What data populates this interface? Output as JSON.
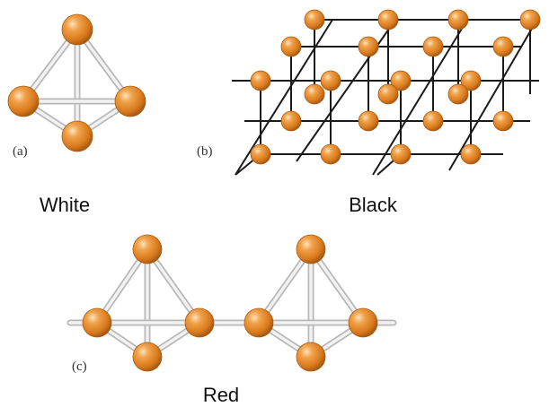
{
  "panels": [
    {
      "id": "a",
      "label": "(a)",
      "caption": "White"
    },
    {
      "id": "b",
      "label": "(b)",
      "caption": "Black"
    },
    {
      "id": "c",
      "label": "(c)",
      "caption": "Red"
    }
  ],
  "colors": {
    "atom": "#e8892a",
    "atom_highlight": "#fbd9a8",
    "atom_shadow": "#a75a12",
    "rod_outer": "#b8b8b8",
    "rod_inner": "#f2f2f2",
    "lattice_line": "#1a1a1a"
  }
}
